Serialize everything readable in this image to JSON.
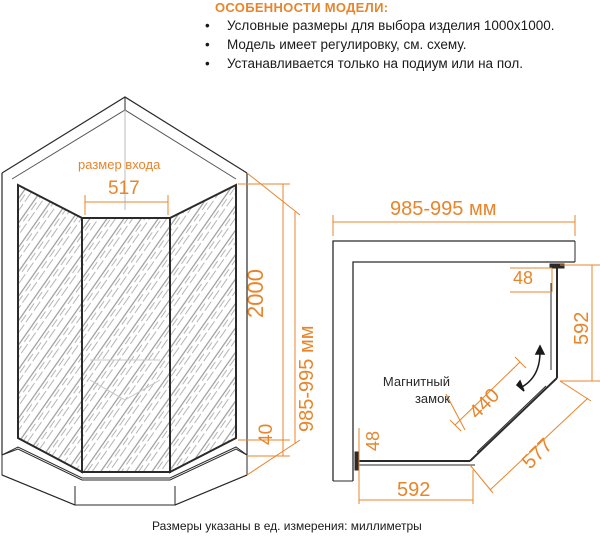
{
  "header": {
    "title": "ОСОБЕННОСТИ МОДЕЛИ:",
    "features": [
      "Условные размеры для выбора изделия 1000х1000.",
      "Модель имеет регулировку, см. схему.",
      "Устанавливается только на подиум или на пол."
    ]
  },
  "front_view": {
    "entry_label": "размер входа",
    "entry_width": "517",
    "height": "2000",
    "side_depth": "985-995 мм",
    "tray_height": "40"
  },
  "plan_view": {
    "width": "985-995 мм",
    "offset_top": "48",
    "side_panel": "592",
    "door_width": "440",
    "diagonal": "577",
    "offset_left": "48",
    "bottom_panel": "592",
    "magnet_label_line1": "Магнитный",
    "magnet_label_line2": "замок"
  },
  "footer": "Размеры указаны в ед. измерения: миллиметры",
  "colors": {
    "accent": "#e8852a",
    "line": "#2a2a2a",
    "glass_hatch": "#9a9a9a"
  }
}
